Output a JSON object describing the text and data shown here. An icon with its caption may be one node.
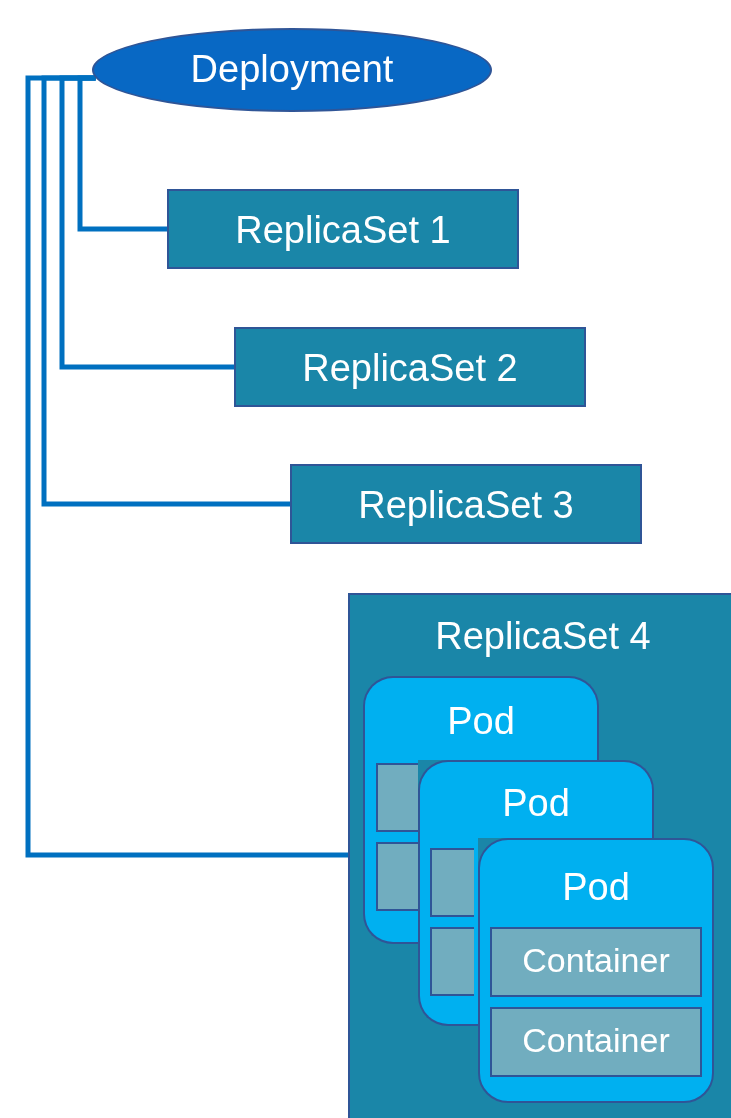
{
  "diagram": {
    "nodes": [
      {
        "text": [
          "Deployment"
        ]
      },
      {
        "text": [
          "ReplicaSet 1"
        ]
      },
      {
        "text": [
          "ReplicaSet 2"
        ]
      },
      {
        "text": [
          "ReplicaSet 3"
        ]
      },
      {
        "text": [
          "ReplicaSet 4"
        ]
      },
      {
        "text": [
          "Pod"
        ],
        "in": 4
      },
      {
        "text": [],
        "shape": "box",
        "in": 5
      },
      {
        "text": [],
        "shape": "box",
        "in": 5
      },
      {
        "text": [
          "Pod"
        ],
        "in": 4
      },
      {
        "text": [],
        "shape": "box"
      },
      {
        "text": [],
        "shape": "box",
        "in": 8
      },
      {
        "text": [
          "Pod"
        ],
        "in": 4
      },
      {
        "text": [
          "Container"
        ],
        "in": 11
      },
      {
        "text": [
          "Container"
        ],
        "in": 11
      }
    ],
    "edges": [
      {
        "from": 0,
        "to": 1,
        "arrow": "none"
      },
      {
        "from": 0,
        "to": 2,
        "arrow": "none"
      },
      {
        "from": 0,
        "to": 3,
        "arrow": "none"
      },
      {
        "from": 0,
        "to": 4,
        "arrow": "none"
      }
    ]
  }
}
